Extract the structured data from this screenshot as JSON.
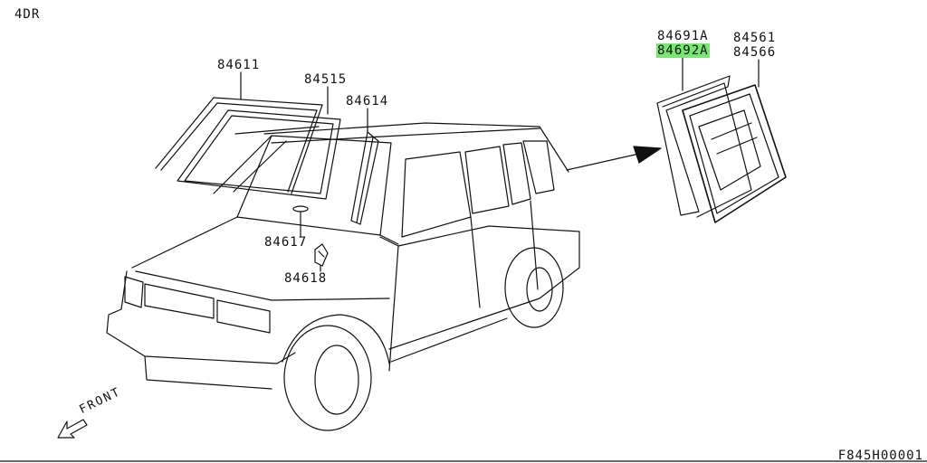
{
  "diagram": {
    "variant_label": "4DR",
    "figure_id": "F845H00001",
    "direction_label": "FRONT",
    "parts": [
      {
        "number": "84611",
        "highlighted": false
      },
      {
        "number": "84515",
        "highlighted": false
      },
      {
        "number": "84614",
        "highlighted": false
      },
      {
        "number": "84617",
        "highlighted": false
      },
      {
        "number": "84618",
        "highlighted": false
      },
      {
        "number": "84691A",
        "highlighted": false
      },
      {
        "number": "84692A",
        "highlighted": true
      },
      {
        "number": "84561",
        "highlighted": false
      },
      {
        "number": "84566",
        "highlighted": false
      }
    ],
    "colors": {
      "highlight": "#76e86f",
      "line": "#111111"
    }
  }
}
